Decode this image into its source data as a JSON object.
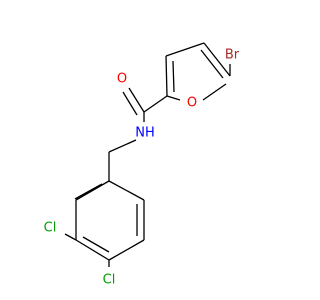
{
  "atoms": {
    "bromine": {
      "label": "Br",
      "color": "#a52a2a"
    },
    "furan_oxygen": {
      "label": "O",
      "color": "#ff0000"
    },
    "carbonyl_oxygen": {
      "label": "O",
      "color": "#ff0000"
    },
    "amide_nitrogen": {
      "label": "NH",
      "color": "#0000ff"
    },
    "chlorine_3": {
      "label": "Cl",
      "color": "#00a000"
    },
    "chlorine_4": {
      "label": "Cl",
      "color": "#00a000"
    }
  }
}
